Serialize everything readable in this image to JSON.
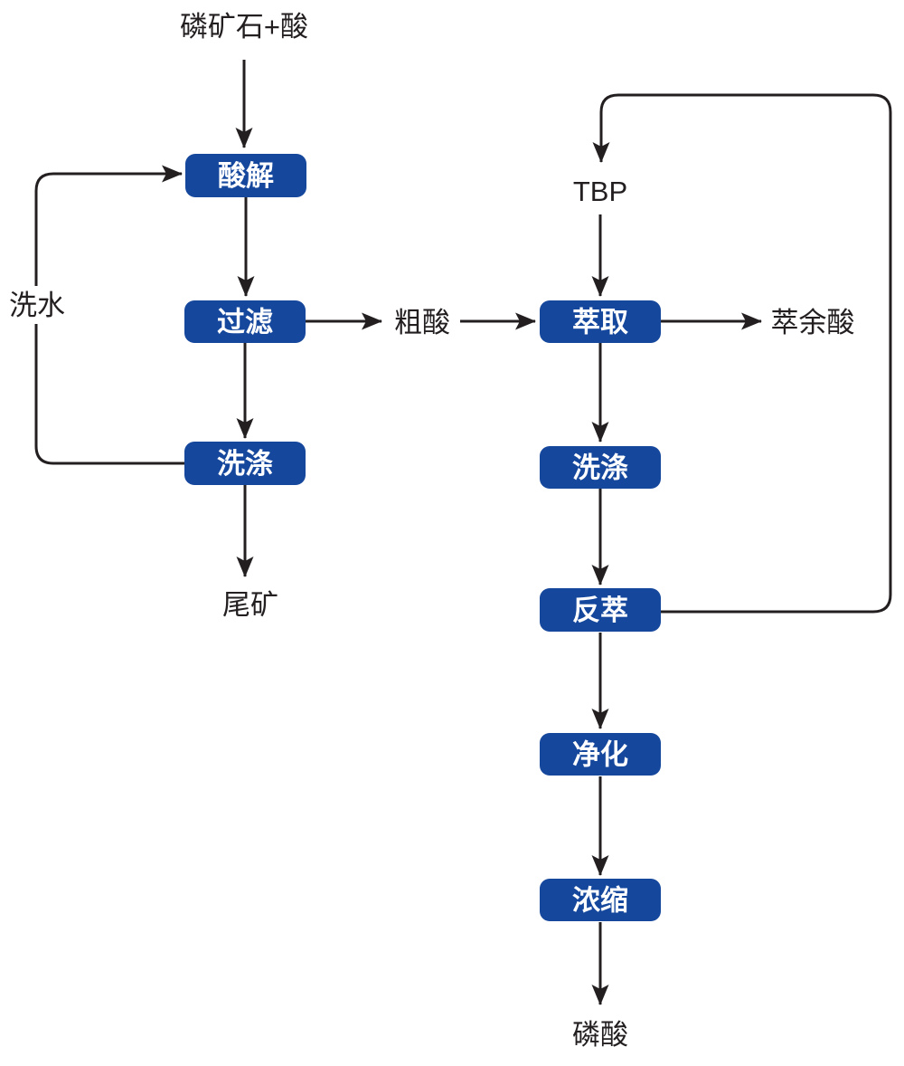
{
  "diagram": {
    "type": "flowchart",
    "subject": "phosphoric-acid-solvent-extraction-process",
    "language": "zh",
    "colors": {
      "node_fill": "#15479D",
      "node_text": "#FFFFFF",
      "line": "#231F20",
      "background": "#FFFFFF"
    },
    "nodes": {
      "feed": {
        "label": "磷矿石+酸",
        "kind": "stream-text"
      },
      "acidolysis": {
        "label": "酸解",
        "kind": "process-box"
      },
      "filtration": {
        "label": "过滤",
        "kind": "process-box"
      },
      "washing_left": {
        "label": "洗涤",
        "kind": "process-box"
      },
      "tailings": {
        "label": "尾矿",
        "kind": "stream-text"
      },
      "wash_water": {
        "label": "洗水",
        "kind": "stream-text"
      },
      "crude_acid": {
        "label": "粗酸",
        "kind": "stream-text"
      },
      "tbp": {
        "label": "TBP",
        "kind": "stream-text"
      },
      "extraction": {
        "label": "萃取",
        "kind": "process-box"
      },
      "raffinate": {
        "label": "萃余酸",
        "kind": "stream-text"
      },
      "washing_right": {
        "label": "洗涤",
        "kind": "process-box"
      },
      "stripping": {
        "label": "反萃",
        "kind": "process-box"
      },
      "purification": {
        "label": "净化",
        "kind": "process-box"
      },
      "concentration": {
        "label": "浓缩",
        "kind": "process-box"
      },
      "product": {
        "label": "磷酸",
        "kind": "stream-text"
      }
    },
    "edges": [
      {
        "from": "feed",
        "to": "acidolysis"
      },
      {
        "from": "acidolysis",
        "to": "filtration"
      },
      {
        "from": "filtration",
        "to": "washing_left"
      },
      {
        "from": "washing_left",
        "to": "tailings"
      },
      {
        "from": "washing_left",
        "to": "acidolysis",
        "via": "wash_water",
        "style": "loop-left"
      },
      {
        "from": "filtration",
        "to": "crude_acid"
      },
      {
        "from": "crude_acid",
        "to": "extraction"
      },
      {
        "from": "tbp",
        "to": "extraction"
      },
      {
        "from": "extraction",
        "to": "raffinate"
      },
      {
        "from": "extraction",
        "to": "washing_right"
      },
      {
        "from": "washing_right",
        "to": "stripping"
      },
      {
        "from": "stripping",
        "to": "tbp",
        "style": "loop-right"
      },
      {
        "from": "stripping",
        "to": "purification"
      },
      {
        "from": "purification",
        "to": "concentration"
      },
      {
        "from": "concentration",
        "to": "product"
      }
    ]
  }
}
